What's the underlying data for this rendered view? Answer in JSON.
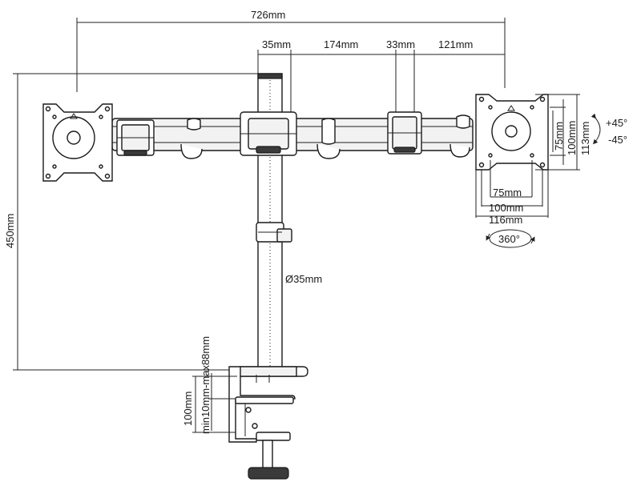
{
  "dimensions": {
    "total_width": "726mm",
    "pole_width": "35mm",
    "inner_arm": "174mm",
    "joint_width": "33mm",
    "outer_arm": "121mm",
    "height": "450mm",
    "pole_diameter": "Ø35mm",
    "clamp_range": "min10mm-max88mm",
    "clamp_height": "100mm",
    "vesa_h_75": "75mm",
    "vesa_h_100": "100mm",
    "plate_height": "113mm",
    "vesa_w_75": "75mm",
    "vesa_w_100": "100mm",
    "plate_width": "116mm",
    "tilt_up": "+45°",
    "tilt_down": "-45°",
    "rotation": "360°"
  }
}
